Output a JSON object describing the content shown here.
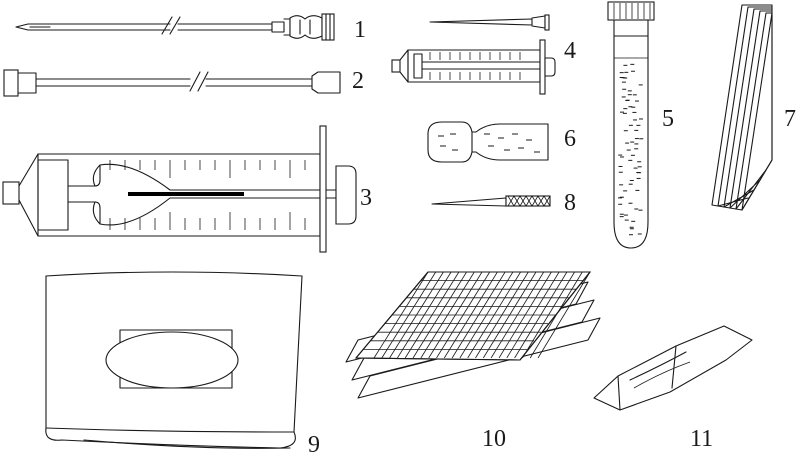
{
  "labels": {
    "item1": "1",
    "item2": "2",
    "item3": "3",
    "item4": "4",
    "item5": "5",
    "item6": "6",
    "item7": "7",
    "item8": "8",
    "item9": "9",
    "item10": "10",
    "item11": "11"
  },
  "colors": {
    "line": "#1a1a1a",
    "background": "#ffffff"
  }
}
